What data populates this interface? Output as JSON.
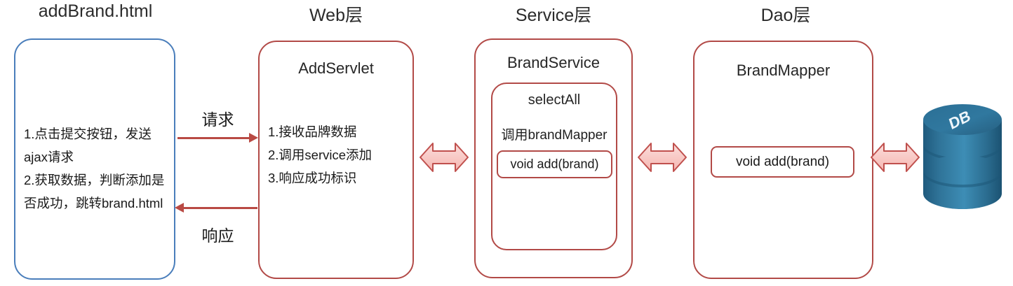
{
  "columns": [
    {
      "title": "addBrand.html"
    },
    {
      "title": "Web层"
    },
    {
      "title": "Service层"
    },
    {
      "title": "Dao层"
    }
  ],
  "client_box": {
    "lines": [
      "1.点击提交按钮，发送",
      "ajax请求",
      "2.获取数据，判断添加是",
      "否成功，跳转brand.html"
    ]
  },
  "web_box": {
    "heading": "AddServlet",
    "lines": [
      "1.接收品牌数据",
      "2.调用service添加",
      "3.响应成功标识"
    ]
  },
  "service_box": {
    "heading": "BrandService",
    "inner_heading": "selectAll",
    "inner_sub": "调用brandMapper",
    "method_pill": "void add(brand)"
  },
  "dao_box": {
    "heading": "BrandMapper",
    "method_pill": "void add(brand)"
  },
  "database": {
    "label": "DB"
  },
  "arrows": {
    "request_label": "请求",
    "response_label": "响应"
  },
  "colors": {
    "client_border": "#4a7ebb",
    "layer_border": "#b24a47",
    "arrow_line": "#b94a44",
    "biarrow_fill": "#f8c6c2",
    "biarrow_stroke": "#c0504d",
    "db_body": "#2e7aa5",
    "db_top": "#2f6f94"
  }
}
